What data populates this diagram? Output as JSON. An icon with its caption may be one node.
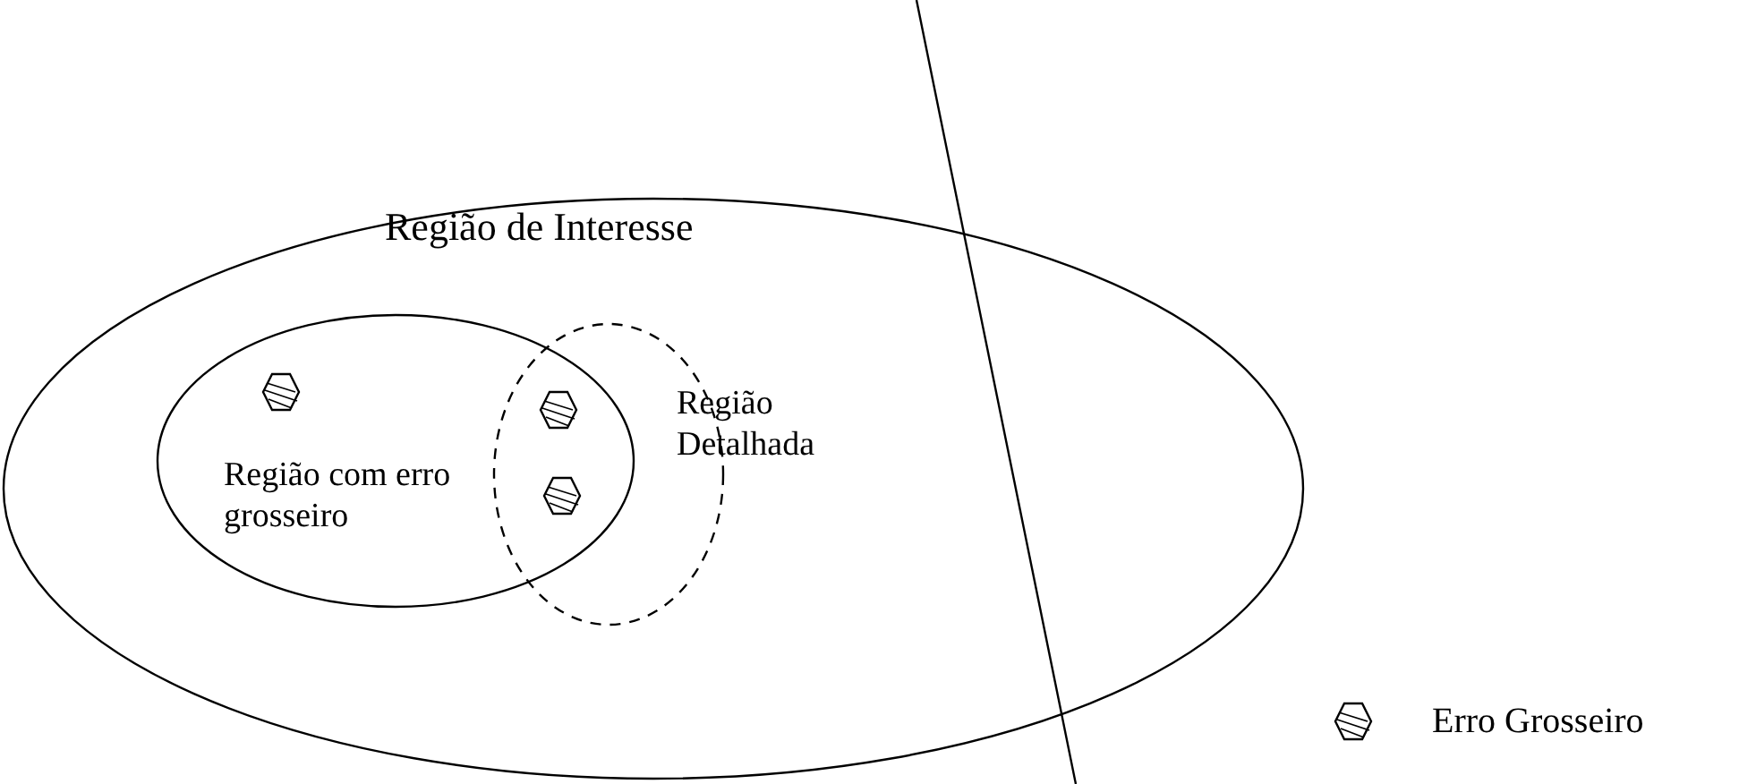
{
  "diagram": {
    "nodes": [
      {
        "text": [
          "Região de Interesse"
        ]
      },
      {
        "text": [
          "Região com erro grosseiro"
        ],
        "in": 0
      },
      {
        "text": [
          "Região Detalhada"
        ],
        "in": 0
      }
    ],
    "legend": [
      {
        "text": "Erro Grosseiro"
      }
    ]
  }
}
